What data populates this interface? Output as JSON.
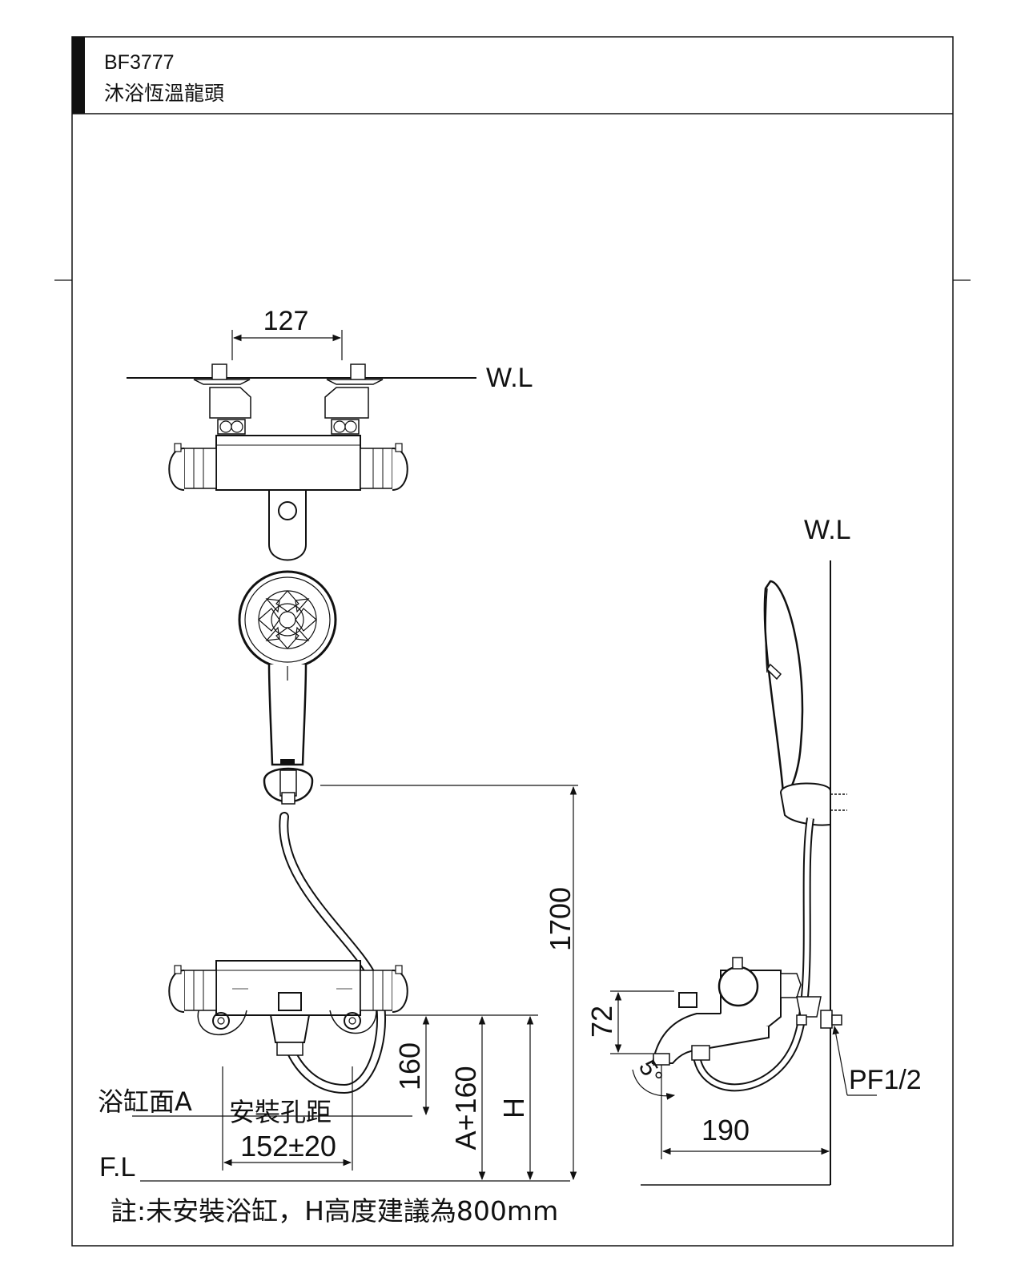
{
  "title_block": {
    "model": "BF3777",
    "name": "沐浴恆溫龍頭"
  },
  "labels": {
    "water_line_top": "W.L",
    "water_line_side": "W.L",
    "floor_line": "F.L",
    "bathtub_surface": "浴缸面A",
    "install_distance": "安裝孔距",
    "pipe_thread": "PF1/2",
    "angle": "5°"
  },
  "dimensions": {
    "inlet_spacing": "127",
    "hand_shower_height": "1700",
    "above_tub": "160",
    "a_plus_160": "A+160",
    "h": "H",
    "install_hole_distance": "152±20",
    "spout_projection": "190",
    "spout_height": "72"
  },
  "note": "註:未安裝浴缸，H高度建議為800mm"
}
